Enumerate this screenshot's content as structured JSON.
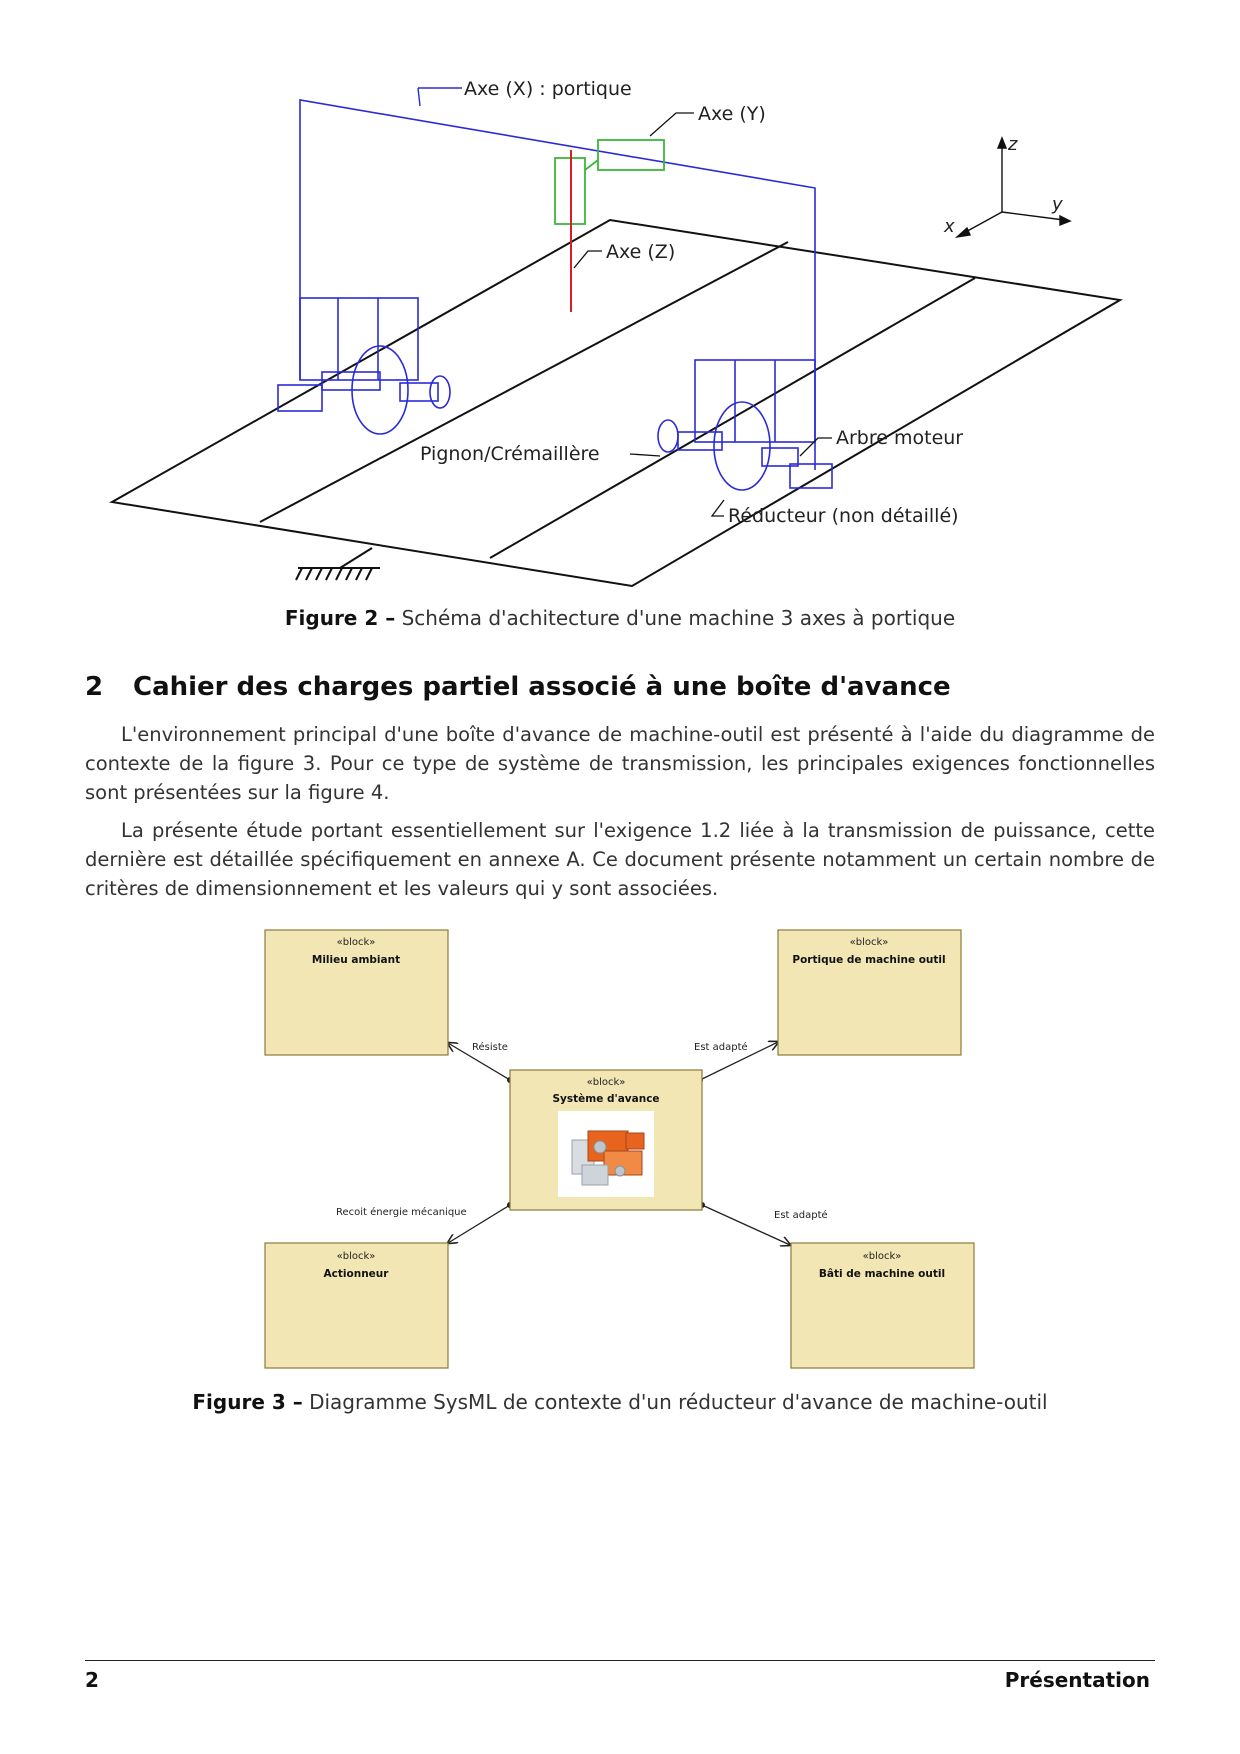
{
  "figure2": {
    "labels": {
      "axe_x": "Axe (X) : portique",
      "axe_y": "Axe (Y)",
      "axe_z": "Axe (Z)",
      "pignon": "Pignon/Crémaillère",
      "arbre": "Arbre moteur",
      "reducteur": "Réducteur (non détaillé)",
      "z": "z",
      "y": "y",
      "x": "x"
    },
    "caption_label": "Figure 2 –",
    "caption_text": "Schéma d'achitecture d'une machine 3 axes à portique",
    "colors": {
      "frame": "#2b2bd6",
      "carriage": "#3bb83b",
      "tool": "#d62020",
      "ground": "#000000"
    }
  },
  "section": {
    "number": "2",
    "title": "Cahier des charges partiel associé à une boîte d'avance"
  },
  "paragraphs": [
    "L'environnement principal d'une boîte d'avance de machine-outil est présenté à l'aide du diagramme de contexte de la figure 3. Pour ce type de système de transmission, les principales exigences fonctionnelles sont présentées sur la figure 4.",
    "La présente étude portant essentiellement sur l'exigence 1.2 liée à la transmission de puissance, cette dernière est détaillée spécifiquement en annexe A. Ce document présente notamment un certain nombre de critères de dimensionnement et les valeurs qui y sont associées."
  ],
  "figure3": {
    "blocks": [
      {
        "stereotype": "«block»",
        "name": "Milieu ambiant"
      },
      {
        "stereotype": "«block»",
        "name": "Portique de machine outil"
      },
      {
        "stereotype": "«block»",
        "name": "Système d'avance"
      },
      {
        "stereotype": "«block»",
        "name": "Actionneur"
      },
      {
        "stereotype": "«block»",
        "name": "Bâti de machine outil"
      }
    ],
    "relations": [
      "Résiste",
      "Est adapté",
      "Recoit énergie mécanique",
      "Est adapté"
    ],
    "caption_label": "Figure 3 –",
    "caption_text": "Diagramme SysML de contexte d'un réducteur d'avance de machine-outil",
    "colors": {
      "block_fill": "#f2e6b5",
      "block_stroke": "#8c7a3a",
      "highlight": "#e8641e"
    }
  },
  "footer": {
    "page": "2",
    "section": "Présentation"
  }
}
